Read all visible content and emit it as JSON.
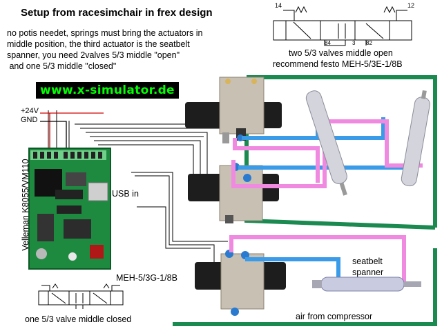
{
  "title": "Setup from racesimchair in frex design",
  "description_lines": [
    "no potis needet, springs must bring the actuators in",
    "middle position, the third actuator is the seatbelt",
    "spanner, you need 2valves 5/3 middle \"open\"",
    " and one 5/3 middle \"closed\""
  ],
  "website": "www.x-simulator.de",
  "power": {
    "plus": "+24V",
    "gnd": "GND"
  },
  "board_label": "Velleman K8055/VM110",
  "usb_label": "USB in",
  "valve_top_caption": [
    "two  5/3 valves middle open",
    "recommend festo MEH-5/3E-1/8B"
  ],
  "valve_bottom_model": "MEH-5/3G-1/8B",
  "valve_bottom_caption": "one 5/3 valve middle closed",
  "seatbelt_label": [
    "seatbelt",
    "spanner"
  ],
  "air_label": "air from compressor",
  "symbol_numbers": {
    "left": "14",
    "right": "12",
    "bottom_a": "84",
    "bottom_b": "3",
    "bottom_c": "82"
  },
  "colors": {
    "air_line": "#1a8a50",
    "hose_blue": "#3a9be8",
    "hose_pink": "#f08ae0",
    "board": "#1e8a40",
    "website_text": "#00ff00"
  }
}
